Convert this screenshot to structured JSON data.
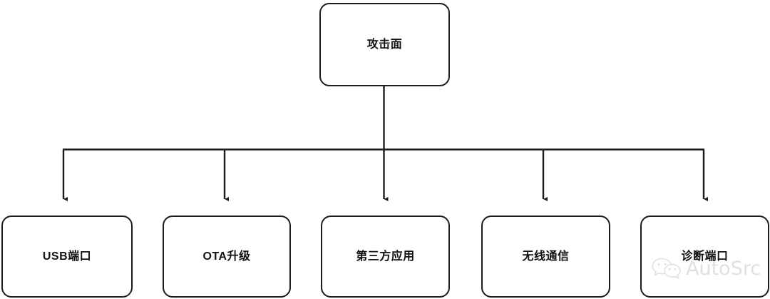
{
  "diagram": {
    "type": "tree",
    "orientation": "top-down",
    "title_node": {
      "id": "root",
      "label": "攻击面"
    },
    "children": [
      {
        "id": "usb",
        "label": "USB端口"
      },
      {
        "id": "ota",
        "label": "OTA升级"
      },
      {
        "id": "thirdparty",
        "label": "第三方应用"
      },
      {
        "id": "wireless",
        "label": "无线通信"
      },
      {
        "id": "diagnostic",
        "label": "诊断端口"
      }
    ],
    "edges": [
      {
        "from": "root",
        "to": "usb",
        "style": "elbow-arrow"
      },
      {
        "from": "root",
        "to": "ota",
        "style": "elbow-arrow"
      },
      {
        "from": "root",
        "to": "thirdparty",
        "style": "elbow-arrow"
      },
      {
        "from": "root",
        "to": "wireless",
        "style": "elbow-arrow"
      },
      {
        "from": "root",
        "to": "diagnostic",
        "style": "elbow-arrow"
      }
    ],
    "colors": {
      "background": "#ffffff",
      "node_fill": "#ffffff",
      "node_border": "#1c1c1c",
      "text": "#111111",
      "connector": "#1c1c1c",
      "watermark": "#c8c8c8"
    }
  },
  "watermark": {
    "text": "AutoSrc",
    "icon": "wechat-bubbles-icon"
  }
}
